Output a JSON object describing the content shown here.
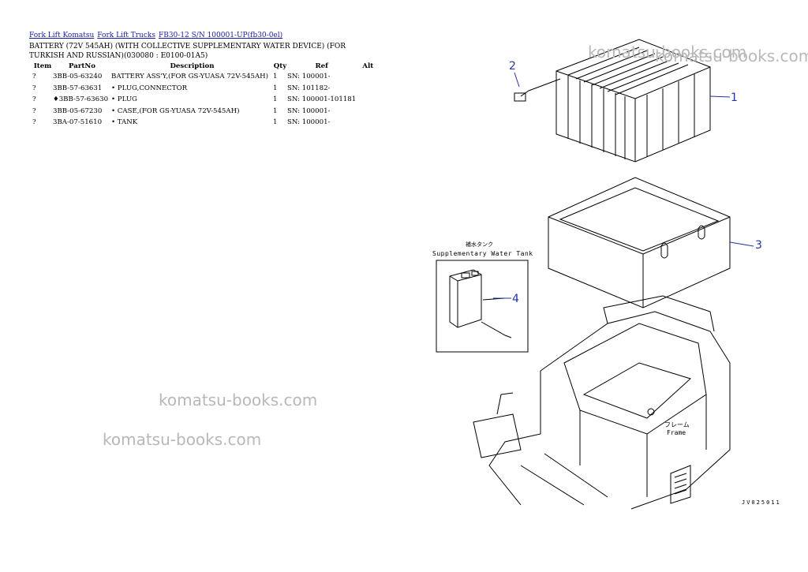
{
  "breadcrumbs": [
    "Fork Lift Komatsu",
    "Fork Lift Trucks",
    "FB30-12 S/N 100001-UP(fb30-0el)"
  ],
  "title": "BATTERY (72V 545AH) (WITH COLLECTIVE SUPPLEMENTARY WATER DEVICE) (FOR TURKISH AND RUSSIAN)(030080 : E0100-01A5)",
  "table": {
    "headers": [
      "Item",
      "PartNo",
      "Description",
      "Qty",
      "Ref",
      "Alt"
    ],
    "rows": [
      {
        "item": "?",
        "part": "3BB-05-63240",
        "desc": "BATTERY ASS'Y,(FOR GS-YUASA 72V-545AH)",
        "qty": "1",
        "ref": "SN: 100001-",
        "alt": ""
      },
      {
        "item": "?",
        "part": "3BB-57-63631",
        "desc": "• PLUG,CONNECTOR",
        "qty": "1",
        "ref": "SN: 101182-",
        "alt": ""
      },
      {
        "item": "?",
        "part": "♦3BB-57-63630",
        "desc": "• PLUG",
        "qty": "1",
        "ref": "SN: 100001-101181",
        "alt": ""
      },
      {
        "item": "?",
        "part": "3BB-05-67230",
        "desc": "• CASE,(FOR GS-YUASA 72V-545AH)",
        "qty": "1",
        "ref": "SN: 100001-",
        "alt": ""
      },
      {
        "item": "?",
        "part": "3BA-07-51610",
        "desc": "• TANK",
        "qty": "1",
        "ref": "SN: 100001-",
        "alt": ""
      }
    ]
  },
  "watermark": "komatsu-books.com",
  "diagram": {
    "callouts": [
      "1",
      "2",
      "3",
      "4"
    ],
    "inset_jp": "補水タンク",
    "inset_en": "Supplementary Water Tank",
    "frame_jp": "フレーム",
    "frame_en": "Frame",
    "code": "JV025011",
    "callout_color": "#2233aa"
  }
}
